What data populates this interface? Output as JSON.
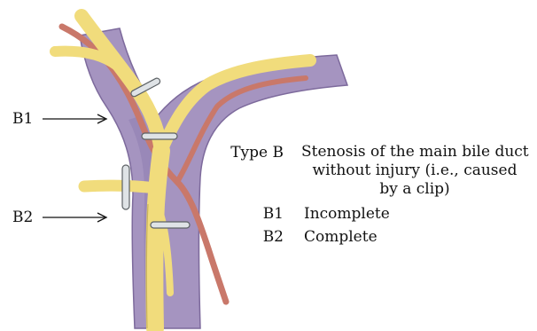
{
  "arrow_labels": {
    "b1": "B1",
    "b2": "B2"
  },
  "legend": {
    "type_key": "Type B",
    "type_desc_lines": [
      "Stenosis of the main bile duct",
      "without injury (i.e., caused",
      "by a clip)"
    ],
    "items": [
      {
        "key": "B1",
        "desc": "Incomplete"
      },
      {
        "key": "B2",
        "desc": "Complete"
      }
    ]
  },
  "colors": {
    "portal_vein": "#a594c0",
    "bile_duct": "#f1dc7c",
    "artery": "#c9786a",
    "clip": "#dfe3e6"
  }
}
